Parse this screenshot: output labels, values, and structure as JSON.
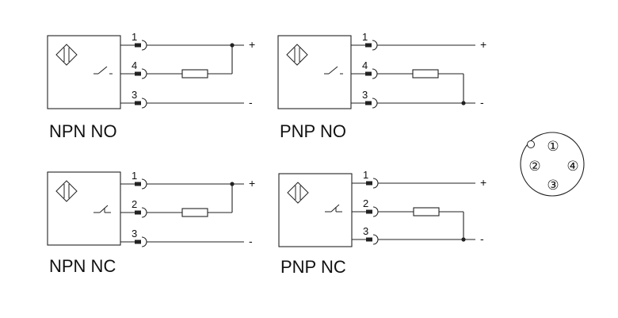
{
  "diagrams": [
    {
      "title": "NPN NO",
      "wires": [
        {
          "pin": "1",
          "polarity": "+"
        },
        {
          "pin": "4",
          "polarity": ""
        },
        {
          "pin": "3",
          "polarity": "-"
        }
      ],
      "switch": "NO",
      "output": "NPN"
    },
    {
      "title": "PNP NO",
      "wires": [
        {
          "pin": "1",
          "polarity": "+"
        },
        {
          "pin": "4",
          "polarity": ""
        },
        {
          "pin": "3",
          "polarity": "-"
        }
      ],
      "switch": "NO",
      "output": "PNP"
    },
    {
      "title": "NPN NC",
      "wires": [
        {
          "pin": "1",
          "polarity": "+"
        },
        {
          "pin": "2",
          "polarity": ""
        },
        {
          "pin": "3",
          "polarity": "-"
        }
      ],
      "switch": "NC",
      "output": "NPN"
    },
    {
      "title": "PNP NC",
      "wires": [
        {
          "pin": "1",
          "polarity": "+"
        },
        {
          "pin": "2",
          "polarity": ""
        },
        {
          "pin": "3",
          "polarity": "-"
        }
      ],
      "switch": "NC",
      "output": "PNP"
    }
  ],
  "connector": {
    "pins": [
      "①",
      "②",
      "③",
      "④"
    ]
  }
}
